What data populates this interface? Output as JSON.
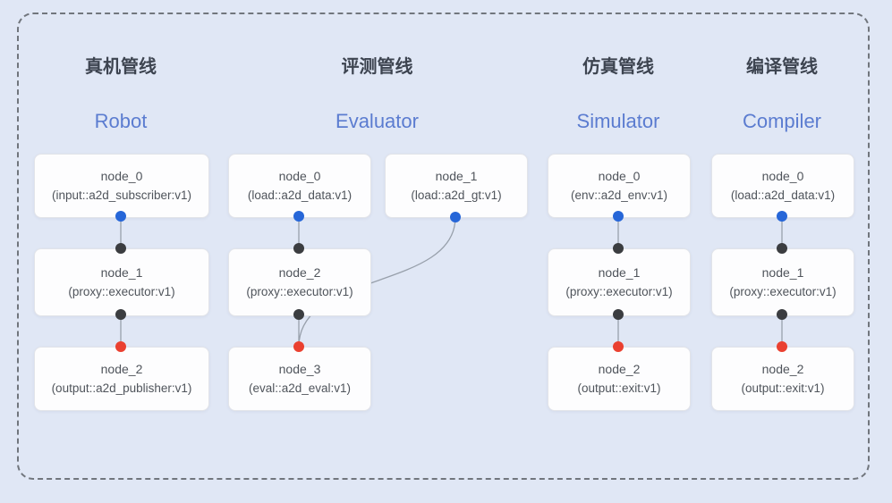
{
  "pipelines": [
    {
      "title_zh": "真机管线",
      "title_en": "Robot",
      "nodes": [
        {
          "name": "node_0",
          "type": "(input::a2d_subscriber:v1)"
        },
        {
          "name": "node_1",
          "type": "(proxy::executor:v1)"
        },
        {
          "name": "node_2",
          "type": "(output::a2d_publisher:v1)"
        }
      ]
    },
    {
      "title_zh": "评测管线",
      "title_en": "Evaluator",
      "nodes": [
        {
          "name": "node_0",
          "type": "(load::a2d_data:v1)"
        },
        {
          "name": "node_1",
          "type": "(load::a2d_gt:v1)"
        },
        {
          "name": "node_2",
          "type": "(proxy::executor:v1)"
        },
        {
          "name": "node_3",
          "type": "(eval::a2d_eval:v1)"
        }
      ]
    },
    {
      "title_zh": "仿真管线",
      "title_en": "Simulator",
      "nodes": [
        {
          "name": "node_0",
          "type": "(env::a2d_env:v1)"
        },
        {
          "name": "node_1",
          "type": "(proxy::executor:v1)"
        },
        {
          "name": "node_2",
          "type": "(output::exit:v1)"
        }
      ]
    },
    {
      "title_zh": "编译管线",
      "title_en": "Compiler",
      "nodes": [
        {
          "name": "node_0",
          "type": "(load::a2d_data:v1)"
        },
        {
          "name": "node_1",
          "type": "(proxy::executor:v1)"
        },
        {
          "name": "node_2",
          "type": "(output::exit:v1)"
        }
      ]
    }
  ],
  "colors": {
    "background": "#e0e7f5",
    "dot_blue": "#2666d8",
    "dot_black": "#3b3d40",
    "dot_red": "#ea4030",
    "header_en": "#5b7cd0",
    "wire": "#98a0ab"
  }
}
